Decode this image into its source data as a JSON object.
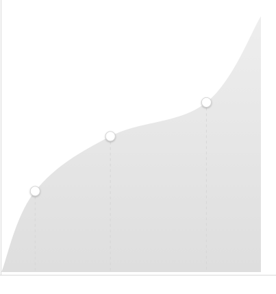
{
  "chart_data": {
    "type": "area",
    "title": "",
    "xlabel": "",
    "ylabel": "",
    "xlim": [
      0,
      1
    ],
    "ylim": [
      0,
      1
    ],
    "grid": false,
    "legend": "none",
    "curve": [
      {
        "x": 0.0,
        "y": 0.0
      },
      {
        "x": 0.13,
        "y": 0.31
      },
      {
        "x": 0.42,
        "y": 0.52
      },
      {
        "x": 0.79,
        "y": 0.65
      },
      {
        "x": 1.0,
        "y": 0.98
      }
    ],
    "markers": [
      {
        "x": 0.13,
        "y": 0.31
      },
      {
        "x": 0.42,
        "y": 0.52
      },
      {
        "x": 0.79,
        "y": 0.65
      }
    ],
    "colors": {
      "fill_top": "#eeeeee",
      "fill_bottom": "#dedede",
      "axis": "#d9d9d9",
      "marker_fill": "#ffffff",
      "marker_stroke": "#cfcfcf",
      "guide": "#d6d6d6"
    }
  }
}
